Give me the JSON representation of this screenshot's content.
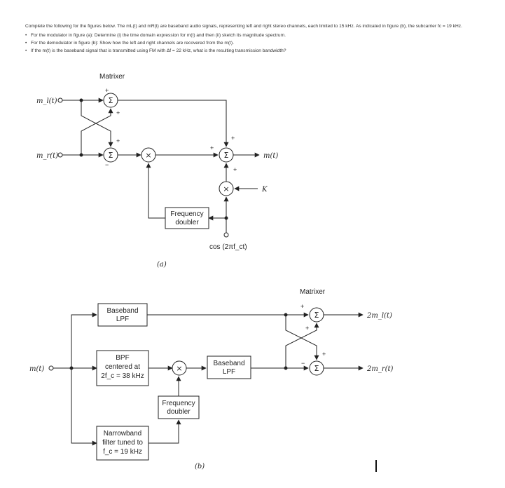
{
  "question": {
    "intro": "Complete the following for the figures below. The mL(t) and mR(t) are baseband audio signals, representing left and right stereo channels, each limited to 15 kHz. As indicated in figure (b), the subcarrier fc = 19 kHz.",
    "bullets": [
      "For the modulator in figure (a): Determine (i) the time domain expression for m(t) and then (ii) sketch its magnitude spectrum.",
      "For the demodulator in figure (b): Show how the left and right channels are recovered from the m(t).",
      "If the m(t) is the baseband signal that is transmitted using FM with Δf = 22 kHz, what is the resulting transmission bandwidth?"
    ]
  },
  "fig_a": {
    "title": "Matrixer",
    "input_left": "m_l(t)",
    "input_right": "m_r(t)",
    "output": "m(t)",
    "doubler": [
      "Frequency",
      "doubler"
    ],
    "carrier": "cos (2πf_ct)",
    "gain": "K",
    "caption": "(a)",
    "sum_symbol": "Σ",
    "mult_symbol": "×",
    "plus": "+",
    "minus": "−"
  },
  "fig_b": {
    "title": "Matrixer",
    "input": "m(t)",
    "lpf_top": [
      "Baseband",
      "LPF"
    ],
    "bpf": [
      "BPF",
      "centered at",
      "2f_c = 38 kHz"
    ],
    "lpf_mid": [
      "Baseband",
      "LPF"
    ],
    "doubler": [
      "Frequency",
      "doubler"
    ],
    "narrowband": [
      "Narrowband",
      "filter tuned to",
      "f_c = 19 kHz"
    ],
    "out_left": "2m_l(t)",
    "out_right": "2m_r(t)",
    "caption": "(b)"
  }
}
